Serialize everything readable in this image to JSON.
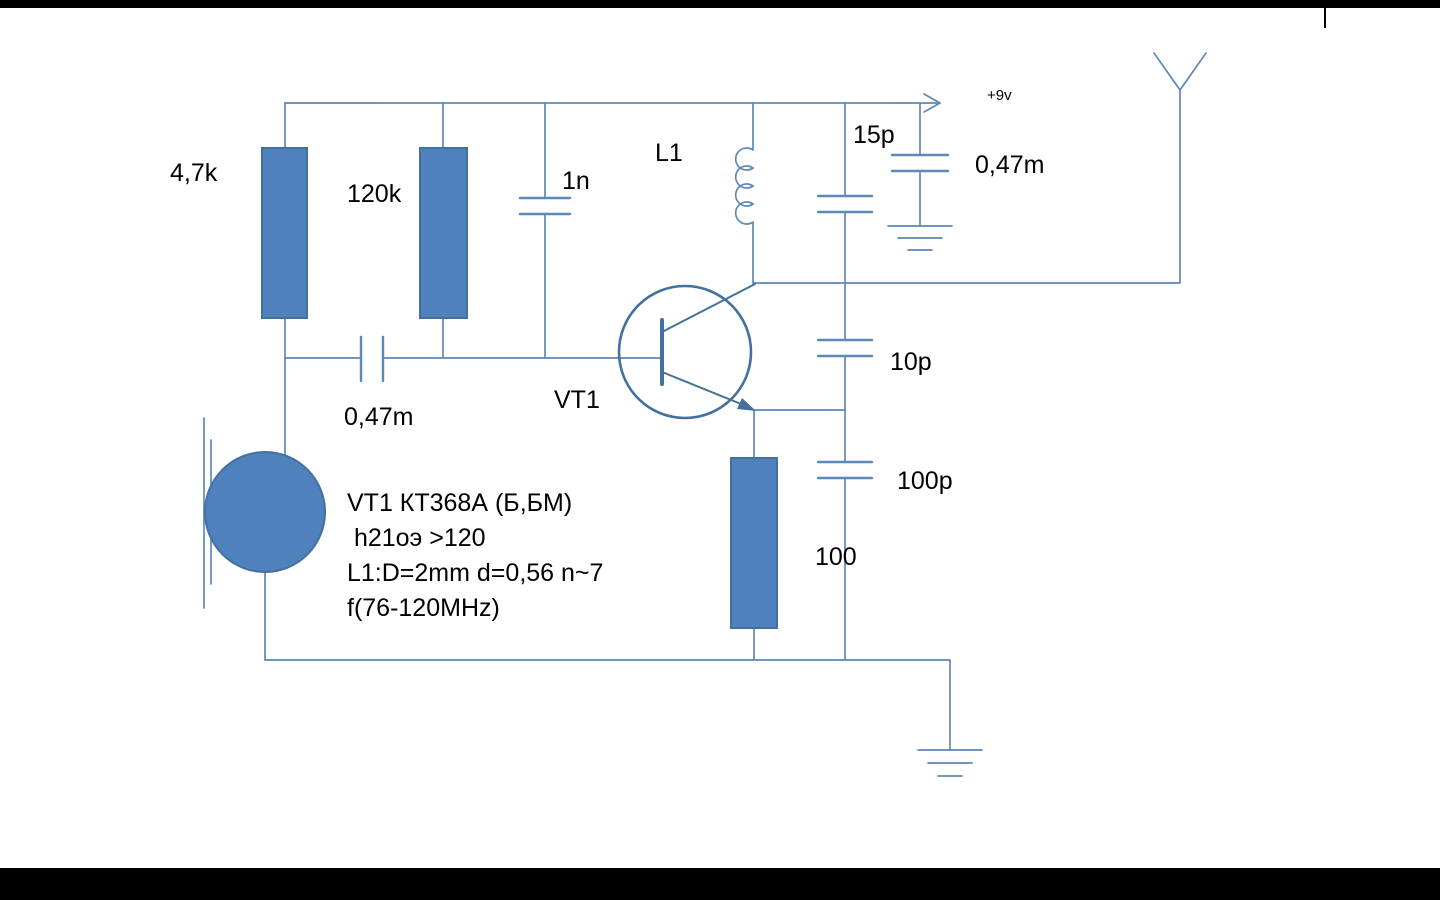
{
  "page": {
    "background": "#ffffff",
    "letterbox_color": "#000000"
  },
  "colors": {
    "wire": "#5e88b8",
    "component_fill": "#4f81bd",
    "component_stroke": "#41719c",
    "text": "#000000"
  },
  "labels": {
    "r_base_top": "4,7k",
    "r_base_bottom": "120k",
    "c_base": "1n",
    "inductor": "L1",
    "c_tank": "15p",
    "c_supply_bypass": "0,47m",
    "supply": "+9v",
    "c_feedback_1": "10p",
    "c_feedback_2": "100p",
    "r_emitter": "100",
    "c_coupling": "0,47m",
    "transistor": "VT1"
  },
  "annotation": {
    "line1": "VT1 КТ368А (Б,БМ)",
    "line2": " h21оэ >120",
    "line3": "L1:D=2mm d=0,56 n~7",
    "line4": "f(76-120MHz)"
  }
}
